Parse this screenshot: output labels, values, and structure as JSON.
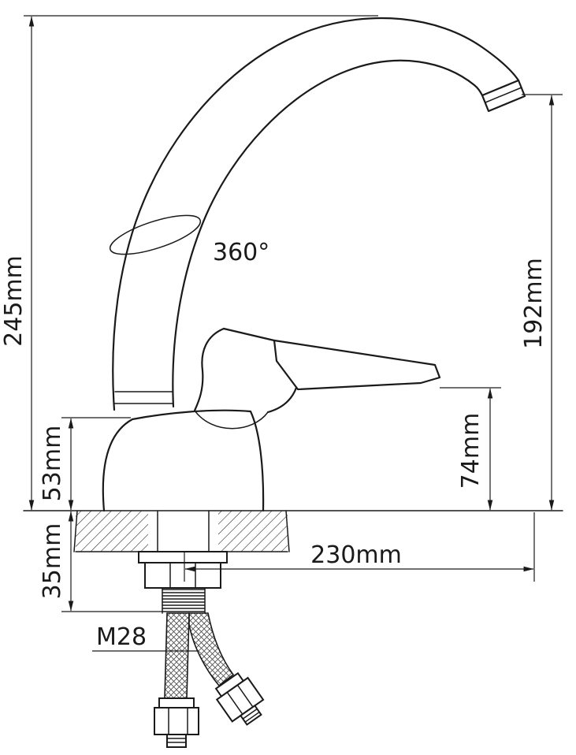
{
  "labels": {
    "total_height": "245mm",
    "spout_height": "192mm",
    "base_height": "53mm",
    "handle_height": "74mm",
    "mount_thickness": "35mm",
    "spout_reach": "230mm",
    "thread_size": "M28",
    "swivel_angle": "360°"
  },
  "colors": {
    "line": "#1a1a1a",
    "background": "#ffffff"
  }
}
